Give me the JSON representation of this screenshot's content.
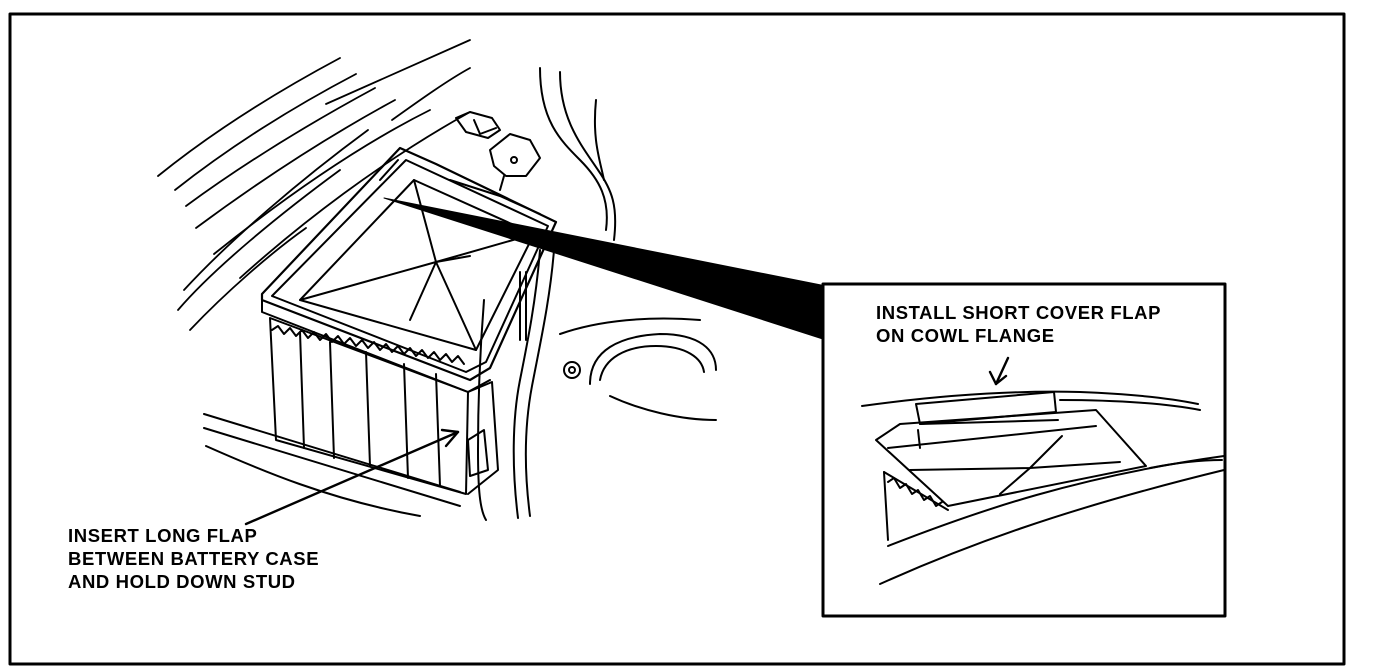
{
  "illustration": {
    "subject": "battery with battery cover in engine compartment",
    "colors": {
      "ink": "#000000",
      "paper": "#ffffff"
    },
    "callouts": {
      "long_flap": {
        "lines": [
          "INSERT LONG FLAP",
          "BETWEEN BATTERY CASE",
          "AND HOLD DOWN STUD"
        ]
      },
      "short_flap": {
        "lines": [
          "INSTALL SHORT COVER FLAP",
          "ON COWL FLANGE"
        ]
      }
    }
  }
}
